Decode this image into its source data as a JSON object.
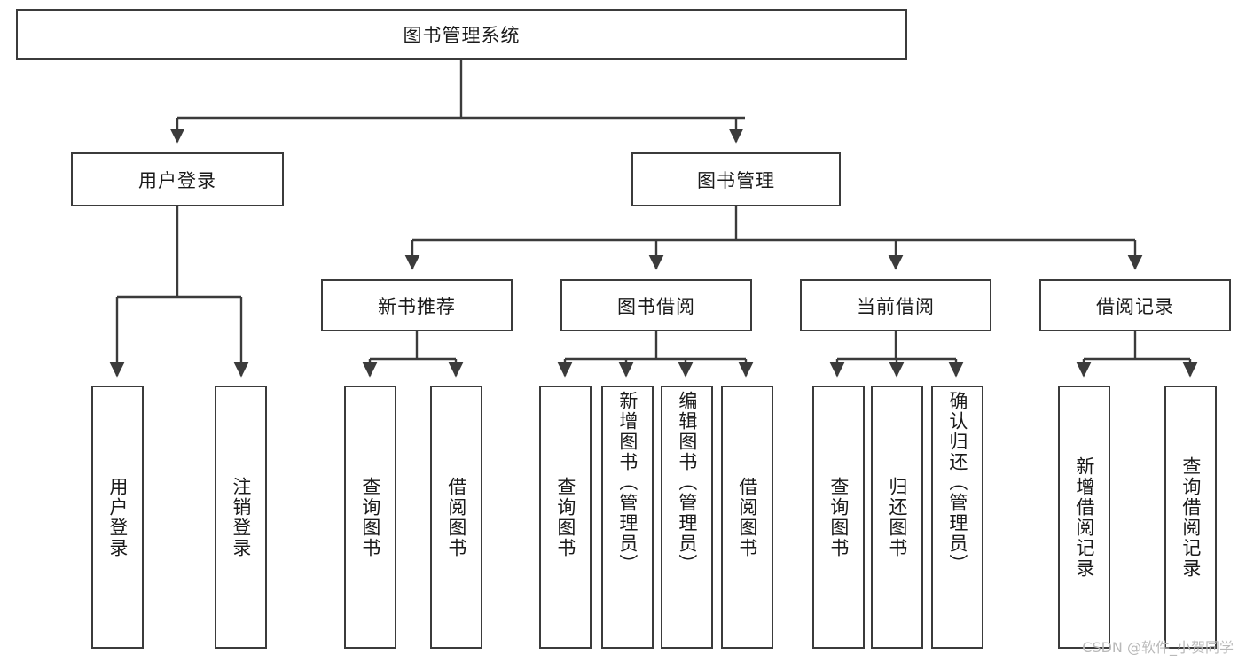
{
  "diagram": {
    "type": "tree",
    "title": "图书管理系统",
    "watermark": "CSDN @软件_小贺同学",
    "colors": {
      "box_border": "#3b3b3b",
      "box_fill": "#ffffff",
      "connector": "#3b3b3b",
      "text": "#1a1a1a",
      "watermark": "#b9b9b9"
    },
    "nodes": {
      "root": "图书管理系统",
      "level2": {
        "user_login": "用户登录",
        "book_manage": "图书管理"
      },
      "level3": {
        "new_book_rec": "新书推荐",
        "book_borrow": "图书借阅",
        "current_borrow": "当前借阅",
        "borrow_record": "借阅记录"
      },
      "leaves": {
        "user_login_1": "用户登录",
        "user_login_2": "注销登录",
        "new_book_1": "查询图书",
        "new_book_2": "借阅图书",
        "book_borrow_1": "查询图书",
        "book_borrow_2": "新增图书（管理员）",
        "book_borrow_3": "编辑图书（管理员）",
        "book_borrow_4": "借阅图书",
        "current_1": "查询图书",
        "current_2": "归还图书",
        "current_3": "确认归还（管理员）",
        "record_1": "新增借阅记录",
        "record_2": "查询借阅记录"
      }
    }
  }
}
